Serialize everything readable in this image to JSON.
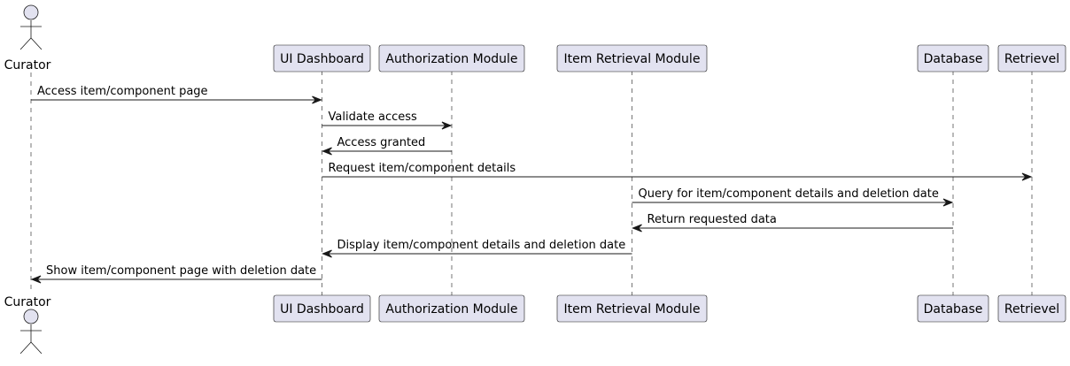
{
  "colors": {
    "participant_fill": "#E2E2F0",
    "participant_stroke": "#181818",
    "lifeline": "#181818",
    "arrow": "#181818",
    "text": "#000000"
  },
  "participants": [
    {
      "id": "curator",
      "label": "Curator",
      "kind": "actor"
    },
    {
      "id": "ui",
      "label": "UI Dashboard",
      "kind": "box"
    },
    {
      "id": "auth",
      "label": "Authorization Module",
      "kind": "box"
    },
    {
      "id": "irm",
      "label": "Item Retrieval Module",
      "kind": "box"
    },
    {
      "id": "db",
      "label": "Database",
      "kind": "box"
    },
    {
      "id": "ret",
      "label": "Retrievel",
      "kind": "box"
    }
  ],
  "messages": [
    {
      "from": "curator",
      "to": "ui",
      "label": "Access item/component page"
    },
    {
      "from": "ui",
      "to": "auth",
      "label": "Validate access"
    },
    {
      "from": "auth",
      "to": "ui",
      "label": "Access granted"
    },
    {
      "from": "ui",
      "to": "ret",
      "label": "Request item/component details"
    },
    {
      "from": "irm",
      "to": "db",
      "label": "Query for item/component details and deletion date"
    },
    {
      "from": "db",
      "to": "irm",
      "label": "Return requested data"
    },
    {
      "from": "irm",
      "to": "ui",
      "label": "Display item/component details and deletion date"
    },
    {
      "from": "ui",
      "to": "curator",
      "label": "Show item/component page with deletion date"
    }
  ]
}
